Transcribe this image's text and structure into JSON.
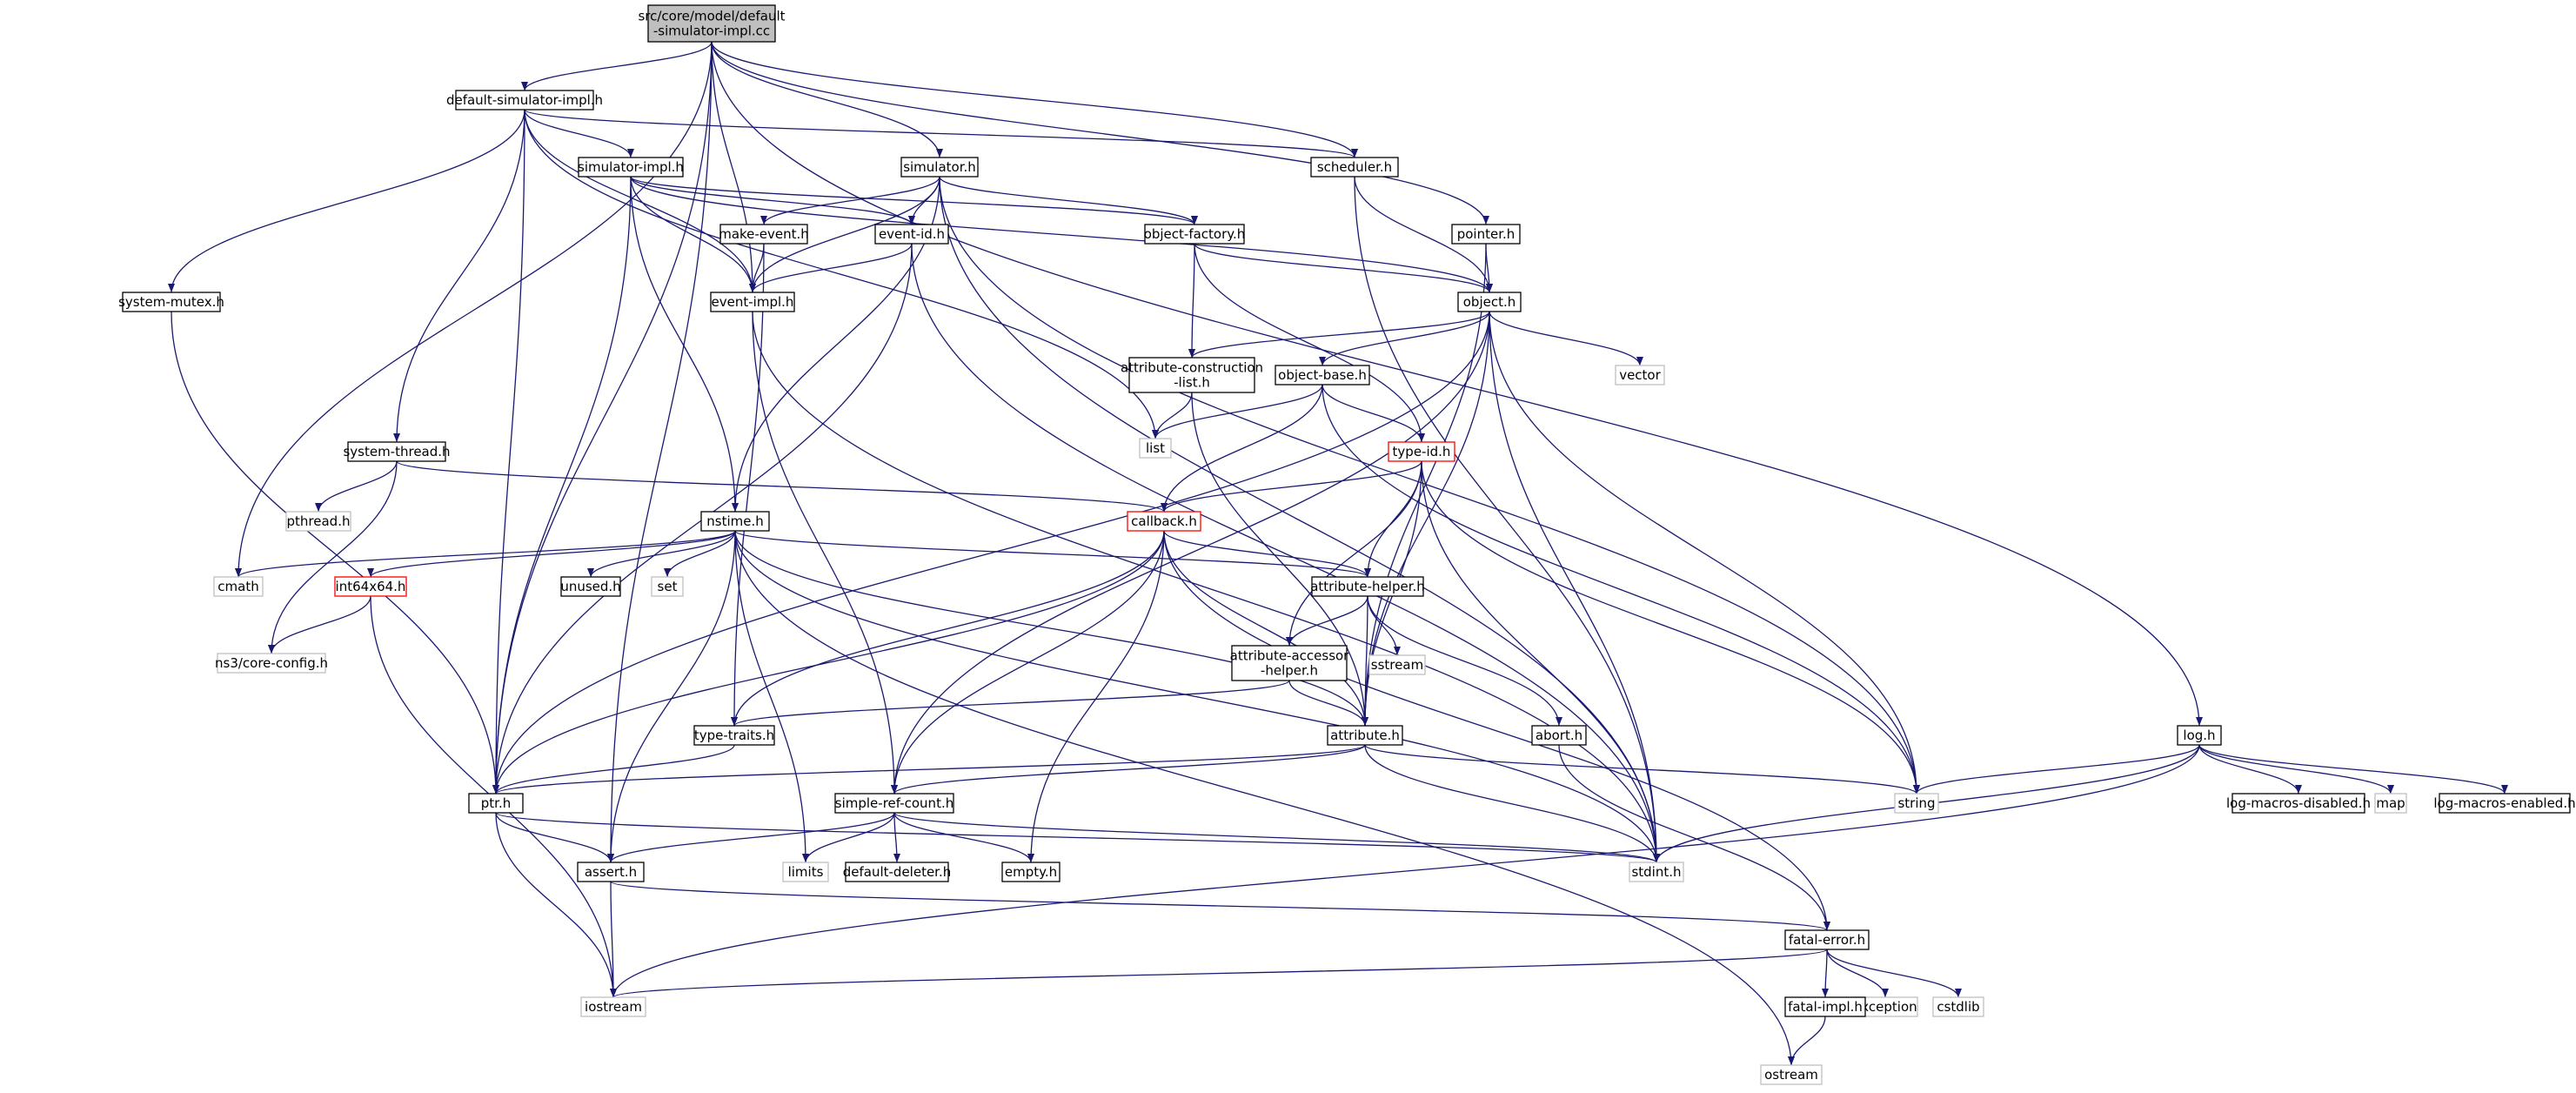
{
  "diagram": {
    "nodes": [
      {
        "id": "root",
        "label": "src/core/model/default\n-simulator-impl.cc",
        "style": "root"
      },
      {
        "id": "default_simulator_impl_h",
        "label": "default-simulator-impl.h",
        "style": "doc"
      },
      {
        "id": "simulator_h",
        "label": "simulator.h",
        "style": "doc"
      },
      {
        "id": "scheduler_h",
        "label": "scheduler.h",
        "style": "doc"
      },
      {
        "id": "simulator_impl_h",
        "label": "simulator-impl.h",
        "style": "doc"
      },
      {
        "id": "make_event_h",
        "label": "make-event.h",
        "style": "doc"
      },
      {
        "id": "event_id_h",
        "label": "event-id.h",
        "style": "doc"
      },
      {
        "id": "object_factory_h",
        "label": "object-factory.h",
        "style": "doc"
      },
      {
        "id": "pointer_h",
        "label": "pointer.h",
        "style": "doc"
      },
      {
        "id": "system_mutex_h",
        "label": "system-mutex.h",
        "style": "doc"
      },
      {
        "id": "event_impl_h",
        "label": "event-impl.h",
        "style": "doc"
      },
      {
        "id": "object_h",
        "label": "object.h",
        "style": "doc"
      },
      {
        "id": "vector",
        "label": "vector",
        "style": "ext"
      },
      {
        "id": "attr_construction_list_h",
        "label": "attribute-construction\n-list.h",
        "style": "doc"
      },
      {
        "id": "object_base_h",
        "label": "object-base.h",
        "style": "doc"
      },
      {
        "id": "list",
        "label": "list",
        "style": "ext"
      },
      {
        "id": "system_thread_h",
        "label": "system-thread.h",
        "style": "doc"
      },
      {
        "id": "type_id_h",
        "label": "type-id.h",
        "style": "trunc"
      },
      {
        "id": "pthread_h",
        "label": "pthread.h",
        "style": "ext"
      },
      {
        "id": "nstime_h",
        "label": "nstime.h",
        "style": "doc"
      },
      {
        "id": "callback_h",
        "label": "callback.h",
        "style": "trunc"
      },
      {
        "id": "cmath",
        "label": "cmath",
        "style": "ext"
      },
      {
        "id": "int64x64_h",
        "label": "int64x64.h",
        "style": "trunc"
      },
      {
        "id": "unused_h",
        "label": "unused.h",
        "style": "doc"
      },
      {
        "id": "set",
        "label": "set",
        "style": "ext"
      },
      {
        "id": "attribute_helper_h",
        "label": "attribute-helper.h",
        "style": "doc"
      },
      {
        "id": "sstream",
        "label": "sstream",
        "style": "ext"
      },
      {
        "id": "ns3_core_config_h",
        "label": "ns3/core-config.h",
        "style": "ext"
      },
      {
        "id": "attr_accessor_helper_h",
        "label": "attribute-accessor\n-helper.h",
        "style": "doc"
      },
      {
        "id": "log_h",
        "label": "log.h",
        "style": "doc"
      },
      {
        "id": "type_traits_h",
        "label": "type-traits.h",
        "style": "doc"
      },
      {
        "id": "attribute_h",
        "label": "attribute.h",
        "style": "doc"
      },
      {
        "id": "abort_h",
        "label": "abort.h",
        "style": "doc"
      },
      {
        "id": "string",
        "label": "string",
        "style": "ext"
      },
      {
        "id": "log_macros_disabled_h",
        "label": "log-macros-disabled.h",
        "style": "doc"
      },
      {
        "id": "map",
        "label": "map",
        "style": "ext"
      },
      {
        "id": "log_macros_enabled_h",
        "label": "log-macros-enabled.h",
        "style": "doc"
      },
      {
        "id": "ptr_h",
        "label": "ptr.h",
        "style": "doc"
      },
      {
        "id": "simple_ref_count_h",
        "label": "simple-ref-count.h",
        "style": "doc"
      },
      {
        "id": "stdint_h",
        "label": "stdint.h",
        "style": "ext"
      },
      {
        "id": "assert_h",
        "label": "assert.h",
        "style": "doc"
      },
      {
        "id": "limits",
        "label": "limits",
        "style": "ext"
      },
      {
        "id": "default_deleter_h",
        "label": "default-deleter.h",
        "style": "doc"
      },
      {
        "id": "empty_h",
        "label": "empty.h",
        "style": "doc"
      },
      {
        "id": "fatal_error_h",
        "label": "fatal-error.h",
        "style": "doc"
      },
      {
        "id": "iostream",
        "label": "iostream",
        "style": "ext"
      },
      {
        "id": "exception",
        "label": "exception",
        "style": "ext"
      },
      {
        "id": "cstdlib",
        "label": "cstdlib",
        "style": "ext"
      },
      {
        "id": "fatal_impl_h",
        "label": "fatal-impl.h",
        "style": "doc"
      },
      {
        "id": "ostream",
        "label": "ostream",
        "style": "ext"
      }
    ],
    "edges": [
      [
        "root",
        "default_simulator_impl_h"
      ],
      [
        "root",
        "simulator_h"
      ],
      [
        "root",
        "scheduler_h"
      ],
      [
        "root",
        "event_impl_h"
      ],
      [
        "root",
        "pointer_h"
      ],
      [
        "root",
        "cmath"
      ],
      [
        "root",
        "ptr_h"
      ],
      [
        "root",
        "assert_h"
      ],
      [
        "root",
        "log_h"
      ],
      [
        "default_simulator_impl_h",
        "simulator_impl_h"
      ],
      [
        "default_simulator_impl_h",
        "scheduler_h"
      ],
      [
        "default_simulator_impl_h",
        "event_impl_h"
      ],
      [
        "default_simulator_impl_h",
        "system_mutex_h"
      ],
      [
        "default_simulator_impl_h",
        "system_thread_h"
      ],
      [
        "default_simulator_impl_h",
        "list"
      ],
      [
        "default_simulator_impl_h",
        "ptr_h"
      ],
      [
        "simulator_h",
        "make_event_h"
      ],
      [
        "simulator_h",
        "event_id_h"
      ],
      [
        "simulator_h",
        "event_impl_h"
      ],
      [
        "simulator_h",
        "object_factory_h"
      ],
      [
        "simulator_h",
        "nstime_h"
      ],
      [
        "simulator_h",
        "string"
      ],
      [
        "simulator_h",
        "stdint_h"
      ],
      [
        "scheduler_h",
        "object_h"
      ],
      [
        "scheduler_h",
        "stdint_h"
      ],
      [
        "simulator_impl_h",
        "event_impl_h"
      ],
      [
        "simulator_impl_h",
        "event_id_h"
      ],
      [
        "simulator_impl_h",
        "object_factory_h"
      ],
      [
        "simulator_impl_h",
        "object_h"
      ],
      [
        "simulator_impl_h",
        "nstime_h"
      ],
      [
        "simulator_impl_h",
        "ptr_h"
      ],
      [
        "make_event_h",
        "event_impl_h"
      ],
      [
        "make_event_h",
        "type_traits_h"
      ],
      [
        "event_id_h",
        "event_impl_h"
      ],
      [
        "event_id_h",
        "ptr_h"
      ],
      [
        "event_id_h",
        "stdint_h"
      ],
      [
        "object_factory_h",
        "object_h"
      ],
      [
        "object_factory_h",
        "attr_construction_list_h"
      ],
      [
        "object_factory_h",
        "type_id_h"
      ],
      [
        "pointer_h",
        "object_h"
      ],
      [
        "pointer_h",
        "attribute_h"
      ],
      [
        "system_mutex_h",
        "ptr_h"
      ],
      [
        "event_impl_h",
        "simple_ref_count_h"
      ],
      [
        "event_impl_h",
        "stdint_h"
      ],
      [
        "object_h",
        "vector"
      ],
      [
        "object_h",
        "attr_construction_list_h"
      ],
      [
        "object_h",
        "object_base_h"
      ],
      [
        "object_h",
        "string"
      ],
      [
        "object_h",
        "stdint_h"
      ],
      [
        "object_h",
        "attribute_h"
      ],
      [
        "object_h",
        "ptr_h"
      ],
      [
        "object_h",
        "simple_ref_count_h"
      ],
      [
        "attr_construction_list_h",
        "list"
      ],
      [
        "attr_construction_list_h",
        "attribute_h"
      ],
      [
        "object_base_h",
        "list"
      ],
      [
        "object_base_h",
        "type_id_h"
      ],
      [
        "object_base_h",
        "callback_h"
      ],
      [
        "object_base_h",
        "string"
      ],
      [
        "system_thread_h",
        "pthread_h"
      ],
      [
        "system_thread_h",
        "callback_h"
      ],
      [
        "system_thread_h",
        "ns3_core_config_h"
      ],
      [
        "type_id_h",
        "callback_h"
      ],
      [
        "type_id_h",
        "attribute_helper_h"
      ],
      [
        "type_id_h",
        "attr_accessor_helper_h"
      ],
      [
        "type_id_h",
        "attribute_h"
      ],
      [
        "type_id_h",
        "string"
      ],
      [
        "type_id_h",
        "stdint_h"
      ],
      [
        "nstime_h",
        "cmath"
      ],
      [
        "nstime_h",
        "int64x64_h"
      ],
      [
        "nstime_h",
        "unused_h"
      ],
      [
        "nstime_h",
        "set"
      ],
      [
        "nstime_h",
        "attribute_helper_h"
      ],
      [
        "nstime_h",
        "attribute_h"
      ],
      [
        "nstime_h",
        "limits"
      ],
      [
        "nstime_h",
        "assert_h"
      ],
      [
        "nstime_h",
        "stdint_h"
      ],
      [
        "nstime_h",
        "ostream"
      ],
      [
        "callback_h",
        "attribute_helper_h"
      ],
      [
        "callback_h",
        "type_traits_h"
      ],
      [
        "callback_h",
        "ptr_h"
      ],
      [
        "callback_h",
        "simple_ref_count_h"
      ],
      [
        "callback_h",
        "attribute_h"
      ],
      [
        "callback_h",
        "empty_h"
      ],
      [
        "callback_h",
        "fatal_error_h"
      ],
      [
        "int64x64_h",
        "ns3_core_config_h"
      ],
      [
        "int64x64_h",
        "iostream"
      ],
      [
        "attribute_helper_h",
        "sstream"
      ],
      [
        "attribute_helper_h",
        "attr_accessor_helper_h"
      ],
      [
        "attribute_helper_h",
        "attribute_h"
      ],
      [
        "attribute_helper_h",
        "abort_h"
      ],
      [
        "attr_accessor_helper_h",
        "attribute_h"
      ],
      [
        "attr_accessor_helper_h",
        "type_traits_h"
      ],
      [
        "log_h",
        "string"
      ],
      [
        "log_h",
        "log_macros_disabled_h"
      ],
      [
        "log_h",
        "map"
      ],
      [
        "log_h",
        "log_macros_enabled_h"
      ],
      [
        "log_h",
        "stdint_h"
      ],
      [
        "log_h",
        "iostream"
      ],
      [
        "type_traits_h",
        "ptr_h"
      ],
      [
        "attribute_h",
        "ptr_h"
      ],
      [
        "attribute_h",
        "simple_ref_count_h"
      ],
      [
        "attribute_h",
        "string"
      ],
      [
        "attribute_h",
        "stdint_h"
      ],
      [
        "abort_h",
        "fatal_error_h"
      ],
      [
        "ptr_h",
        "assert_h"
      ],
      [
        "ptr_h",
        "iostream"
      ],
      [
        "ptr_h",
        "stdint_h"
      ],
      [
        "simple_ref_count_h",
        "assert_h"
      ],
      [
        "simple_ref_count_h",
        "limits"
      ],
      [
        "simple_ref_count_h",
        "default_deleter_h"
      ],
      [
        "simple_ref_count_h",
        "empty_h"
      ],
      [
        "simple_ref_count_h",
        "stdint_h"
      ],
      [
        "assert_h",
        "iostream"
      ],
      [
        "assert_h",
        "fatal_error_h"
      ],
      [
        "fatal_error_h",
        "iostream"
      ],
      [
        "fatal_error_h",
        "exception"
      ],
      [
        "fatal_error_h",
        "cstdlib"
      ],
      [
        "fatal_error_h",
        "fatal_impl_h"
      ],
      [
        "fatal_impl_h",
        "ostream"
      ]
    ],
    "colors": {
      "edge": "#191970",
      "doc_border": "#000000",
      "ext_border": "#bfbfbf",
      "trunc_border": "#ff0000",
      "root_fill": "#bfbfbf",
      "text": "#000000"
    }
  }
}
